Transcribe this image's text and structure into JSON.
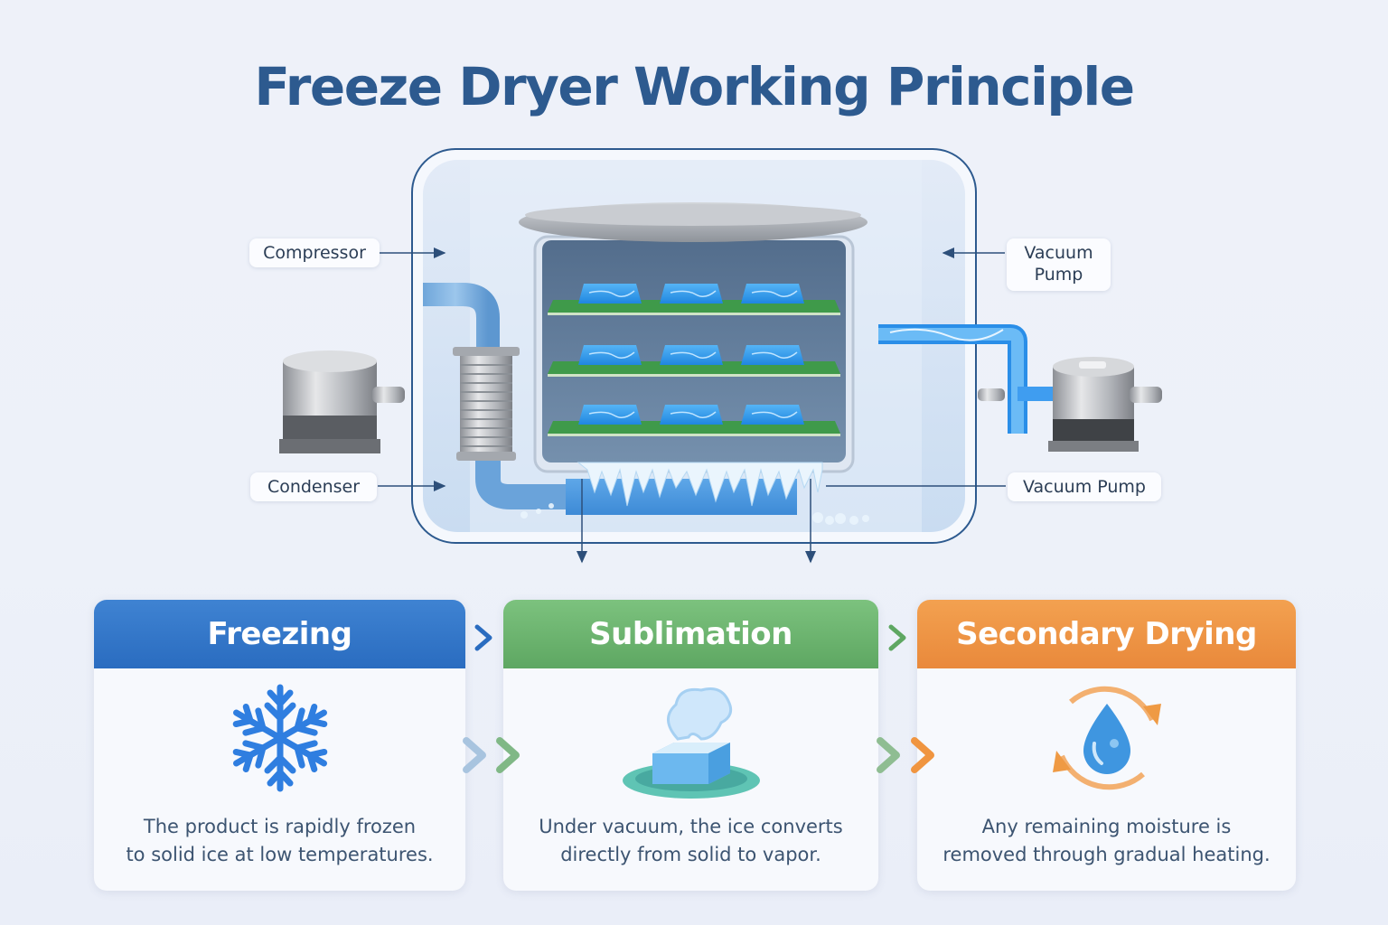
{
  "title": "Freeze Dryer Working Principle",
  "diagram": {
    "labels": {
      "compressor": "Compressor",
      "condenser": "Condenser",
      "vacuum_pump_top": "Vacuum Pump",
      "vacuum_pump_bottom": "Vacuum Pump"
    },
    "shelves": 3,
    "trays_per_shelf": 3,
    "colors": {
      "frame": "#2d5a8f",
      "shelf": "#3f9a4a",
      "tray": "#2e98ee",
      "pipe": "#7ab3e3",
      "arrow": "#2d4f7a"
    }
  },
  "steps": [
    {
      "title": "Freezing",
      "icon": "snowflake-icon",
      "color": "#2f72c6",
      "text_line1": "The product is rapidly frozen",
      "text_line2": "to solid ice at low temperatures."
    },
    {
      "title": "Sublimation",
      "icon": "ice-vapor-icon",
      "color": "#68b06b",
      "text_line1": "Under vacuum, the ice converts",
      "text_line2": "directly from solid to vapor."
    },
    {
      "title": "Secondary Drying",
      "icon": "water-drop-cycle-icon",
      "color": "#ee9240",
      "text_line1": "Any remaining moisture is",
      "text_line2": "removed through gradual heating."
    }
  ]
}
